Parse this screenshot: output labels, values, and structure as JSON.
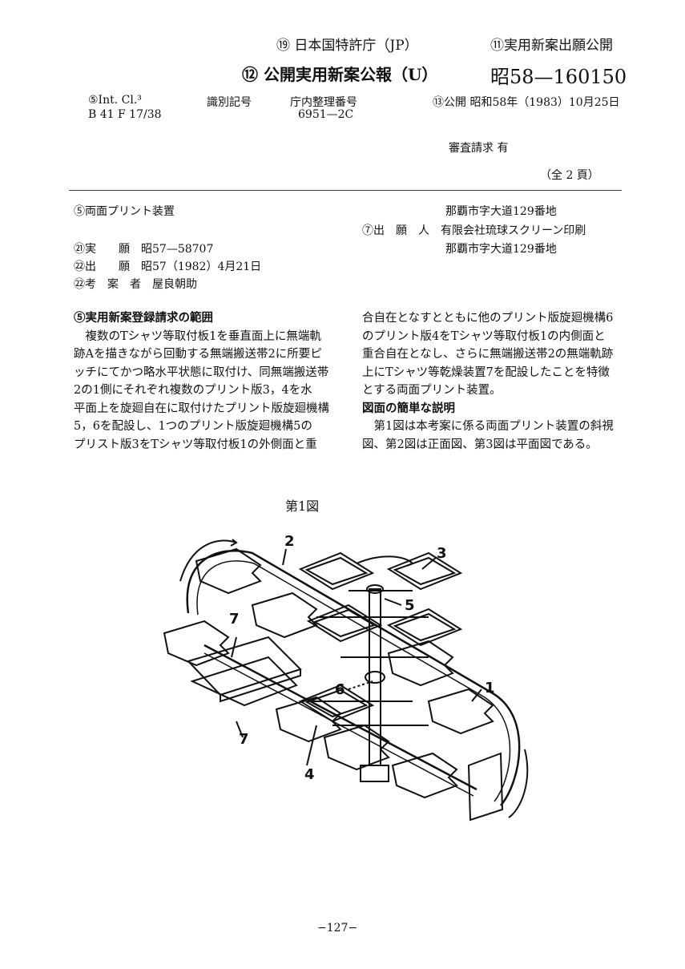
{
  "header": {
    "office": "⑲ 日本国特許庁（JP）",
    "app_pub": "⑪実用新案出願公開",
    "gazette": "⑫ 公開実用新案公報（U）",
    "pub_number": "昭58—160150"
  },
  "biblio": {
    "int_cl_label": "⑤Int. Cl.³",
    "int_cl_value": "B 41 F  17/38",
    "id_symbol_label": "識別記号",
    "office_ref_label": "庁内整理番号",
    "office_ref_value": "6951—2C",
    "pub_date": "⑬公開  昭和58年（1983）10月25日",
    "exam_request": "審査請求  有",
    "total_pages": "（全  2  頁）"
  },
  "info_left": {
    "title": "⑤両面プリント装置",
    "app_no": "㉑実　　願　昭57—58707",
    "app_date": "㉒出　　願　昭57（1982）4月21日",
    "deviser": "㉒考　案　者　屋良朝助"
  },
  "info_right": {
    "address1": "那覇市字大道129番地",
    "applicant": "⑦出　願　人　有限会社琉球スクリーン印刷",
    "address2": "那覇市字大道129番地"
  },
  "claims": {
    "heading": "⑤実用新案登録請求の範囲",
    "left_lines": [
      "　複数のTシャツ等取付板1を垂直面上に無端軌",
      "跡Aを描きながら回動する無端搬送帯2に所要ピ",
      "ッチにてかつ略水平状態に取付け、同無端搬送帯",
      "2の1側にそれぞれ複数のプリント版3，4を水",
      "平面上を旋廻自在に取付けたプリント版旋廻機構",
      "5，6を配設し、1つのプリント版旋廻機構5の",
      "プリスト版3をTシャツ等取付板1の外側面と重"
    ],
    "right_lines": [
      "合自在となすとともに他のプリント版旋廻機構6",
      "のプリント版4をTシャツ等取付板1の内側面と",
      "重合自在となし、さらに無端搬送帯2の無端軌跡",
      "上にTシャツ等乾燥装置7を配設したことを特徴",
      "とする両面プリント装置。"
    ],
    "brief_heading": "図面の簡単な説明",
    "brief_lines": [
      "　第1図は本考案に係る両面プリント装置の斜視",
      "図、第2図は正面図、第3図は平面図である。"
    ]
  },
  "figure": {
    "title": "第1図",
    "labels": {
      "l1": "1",
      "l2": "2",
      "l3": "3",
      "l4": "4",
      "l5": "5",
      "l6": "6",
      "l7a": "7",
      "l7b": "7"
    }
  },
  "footer": {
    "page_number": "−127−"
  }
}
